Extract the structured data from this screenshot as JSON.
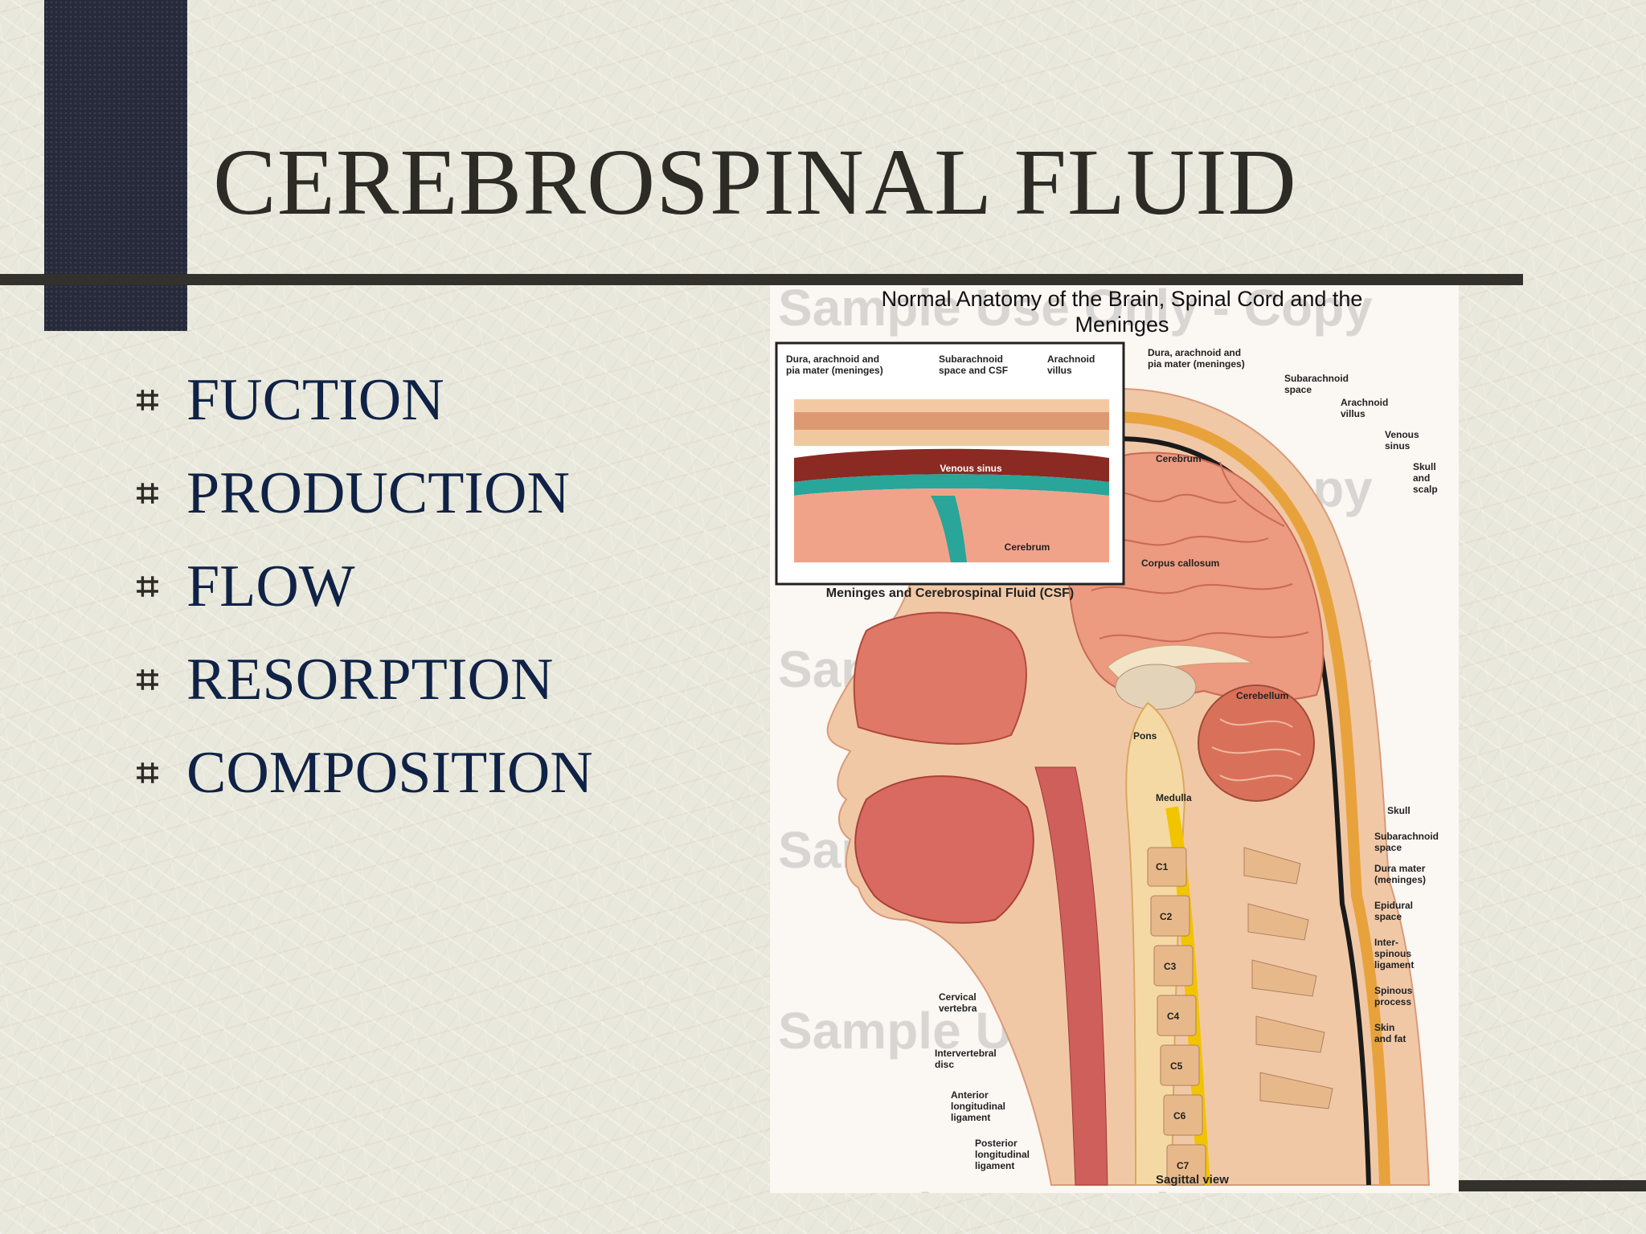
{
  "slide": {
    "title": "CEREBROSPINAL FLUID",
    "bullet_icon": "hash-bullet-icon",
    "bullets": [
      "FUCTION",
      "PRODUCTION",
      "FLOW",
      "RESORPTION",
      "COMPOSITION"
    ]
  },
  "colors": {
    "background": "#e9e8dc",
    "side_bar": "#272a3b",
    "rule": "#33312b",
    "title_text": "#2d2b26",
    "bullet_text": "#0f2246"
  },
  "figure": {
    "title_line1": "Normal Anatomy of the Brain, Spinal Cord and the",
    "title_line2": "Meninges",
    "watermark": "Sample Use Only - Copy",
    "inset": {
      "caption": "Meninges and Cerebrospinal Fluid (CSF)",
      "label_dura_1": "Dura, arachnoid and",
      "label_dura_2": "pia mater (meninges)",
      "label_sub_1": "Subarachnoid",
      "label_sub_2": "space and CSF",
      "label_arach_1": "Arachnoid",
      "label_arach_2": "villus",
      "label_venous": "Venous sinus",
      "label_cerebrum": "Cerebrum"
    },
    "labels": {
      "dura_1": "Dura, arachnoid and",
      "dura_2": "pia mater (meninges)",
      "subarachnoid_1": "Subarachnoid",
      "subarachnoid_2": "space",
      "arachnoid_1": "Arachnoid",
      "arachnoid_2": "villus",
      "venous_1": "Venous",
      "venous_2": "sinus",
      "skull_scalp_1": "Skull",
      "skull_scalp_2": "and",
      "skull_scalp_3": "scalp",
      "cerebrum": "Cerebrum",
      "corpus": "Corpus callosum",
      "cerebellum": "Cerebellum",
      "medulla": "Medulla",
      "pons": "Pons",
      "c1": "C1",
      "c2": "C2",
      "c3": "C3",
      "c4": "C4",
      "c5": "C5",
      "c6": "C6",
      "c7": "C7",
      "skull": "Skull",
      "sub2_1": "Subarachnoid",
      "sub2_2": "space",
      "dura2_1": "Dura mater",
      "dura2_2": "(meninges)",
      "epidural_1": "Epidural",
      "epidural_2": "space",
      "inter_1": "Inter-",
      "inter_2": "spinous",
      "inter_3": "ligament",
      "spinous_1": "Spinous",
      "spinous_2": "process",
      "skin_1": "Skin",
      "skin_2": "and fat",
      "cervical_1": "Cervical",
      "cervical_2": "vertebra",
      "disc_1": "Intervertebral",
      "disc_2": "disc",
      "ant_1": "Anterior",
      "ant_2": "longitudinal",
      "ant_3": "ligament",
      "post_1": "Posterior",
      "post_2": "longitudinal",
      "post_3": "ligament",
      "sagittal": "Sagittal view"
    }
  }
}
